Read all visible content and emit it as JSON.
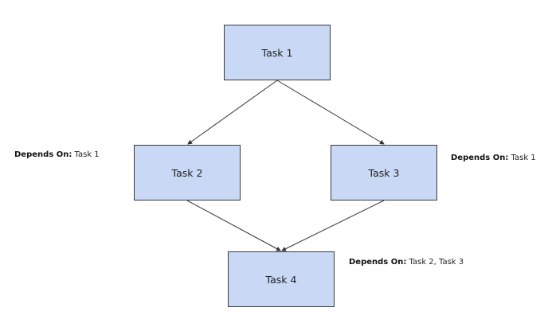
{
  "tasks": {
    "task1": "Task 1",
    "task2": "Task 2",
    "task3": "Task 3",
    "task4": "Task 4"
  },
  "dependencies": {
    "label": "Depends On:",
    "task2": " Task 1",
    "task3": " Task 1",
    "task4": " Task 2, Task 3"
  },
  "colors": {
    "box_fill": "#c9d8f5",
    "box_border": "#3a3a3a",
    "edge": "#333333"
  }
}
